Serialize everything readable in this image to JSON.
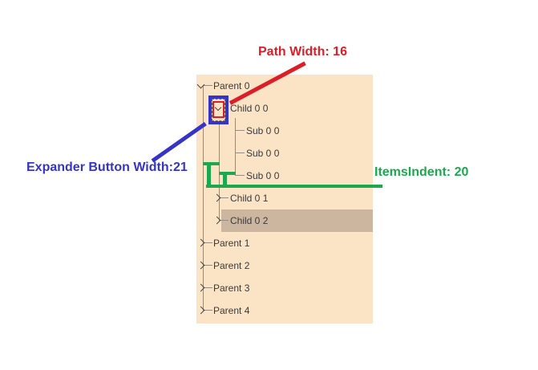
{
  "colors": {
    "panel_bg": "#FBE3C5",
    "selection_bg": "#CDB6A0",
    "tree_line": "#968B80",
    "text": "#3A3A3A",
    "annotation_red": "#DC1E28",
    "annotation_blue": "#3534C6",
    "annotation_green": "#1CA84E"
  },
  "annotations": {
    "path_width": {
      "label": "Path Width: 16",
      "value": 16
    },
    "expander_button_width": {
      "label": "Expander Button Width:21",
      "value": 21
    },
    "items_indent": {
      "label": "ItemsIndent: 20",
      "value": 20
    }
  },
  "tree": {
    "items": [
      {
        "label": "Parent 0",
        "level": 0,
        "state": "expanded"
      },
      {
        "label": "Child 0 0",
        "level": 1,
        "state": "expanded",
        "highlighted_expander": true
      },
      {
        "label": "Sub 0 0",
        "level": 2,
        "state": "leaf"
      },
      {
        "label": "Sub 0 0",
        "level": 2,
        "state": "leaf"
      },
      {
        "label": "Sub 0 0",
        "level": 2,
        "state": "leaf"
      },
      {
        "label": "Child 0 1",
        "level": 1,
        "state": "collapsed"
      },
      {
        "label": "Child 0 2",
        "level": 1,
        "state": "collapsed",
        "selected": true
      },
      {
        "label": "Parent 1",
        "level": 0,
        "state": "collapsed"
      },
      {
        "label": "Parent 2",
        "level": 0,
        "state": "collapsed"
      },
      {
        "label": "Parent 3",
        "level": 0,
        "state": "collapsed"
      },
      {
        "label": "Parent 4",
        "level": 0,
        "state": "collapsed"
      }
    ]
  },
  "icons": {
    "expanded": "chevron-down",
    "collapsed": "chevron-right"
  }
}
